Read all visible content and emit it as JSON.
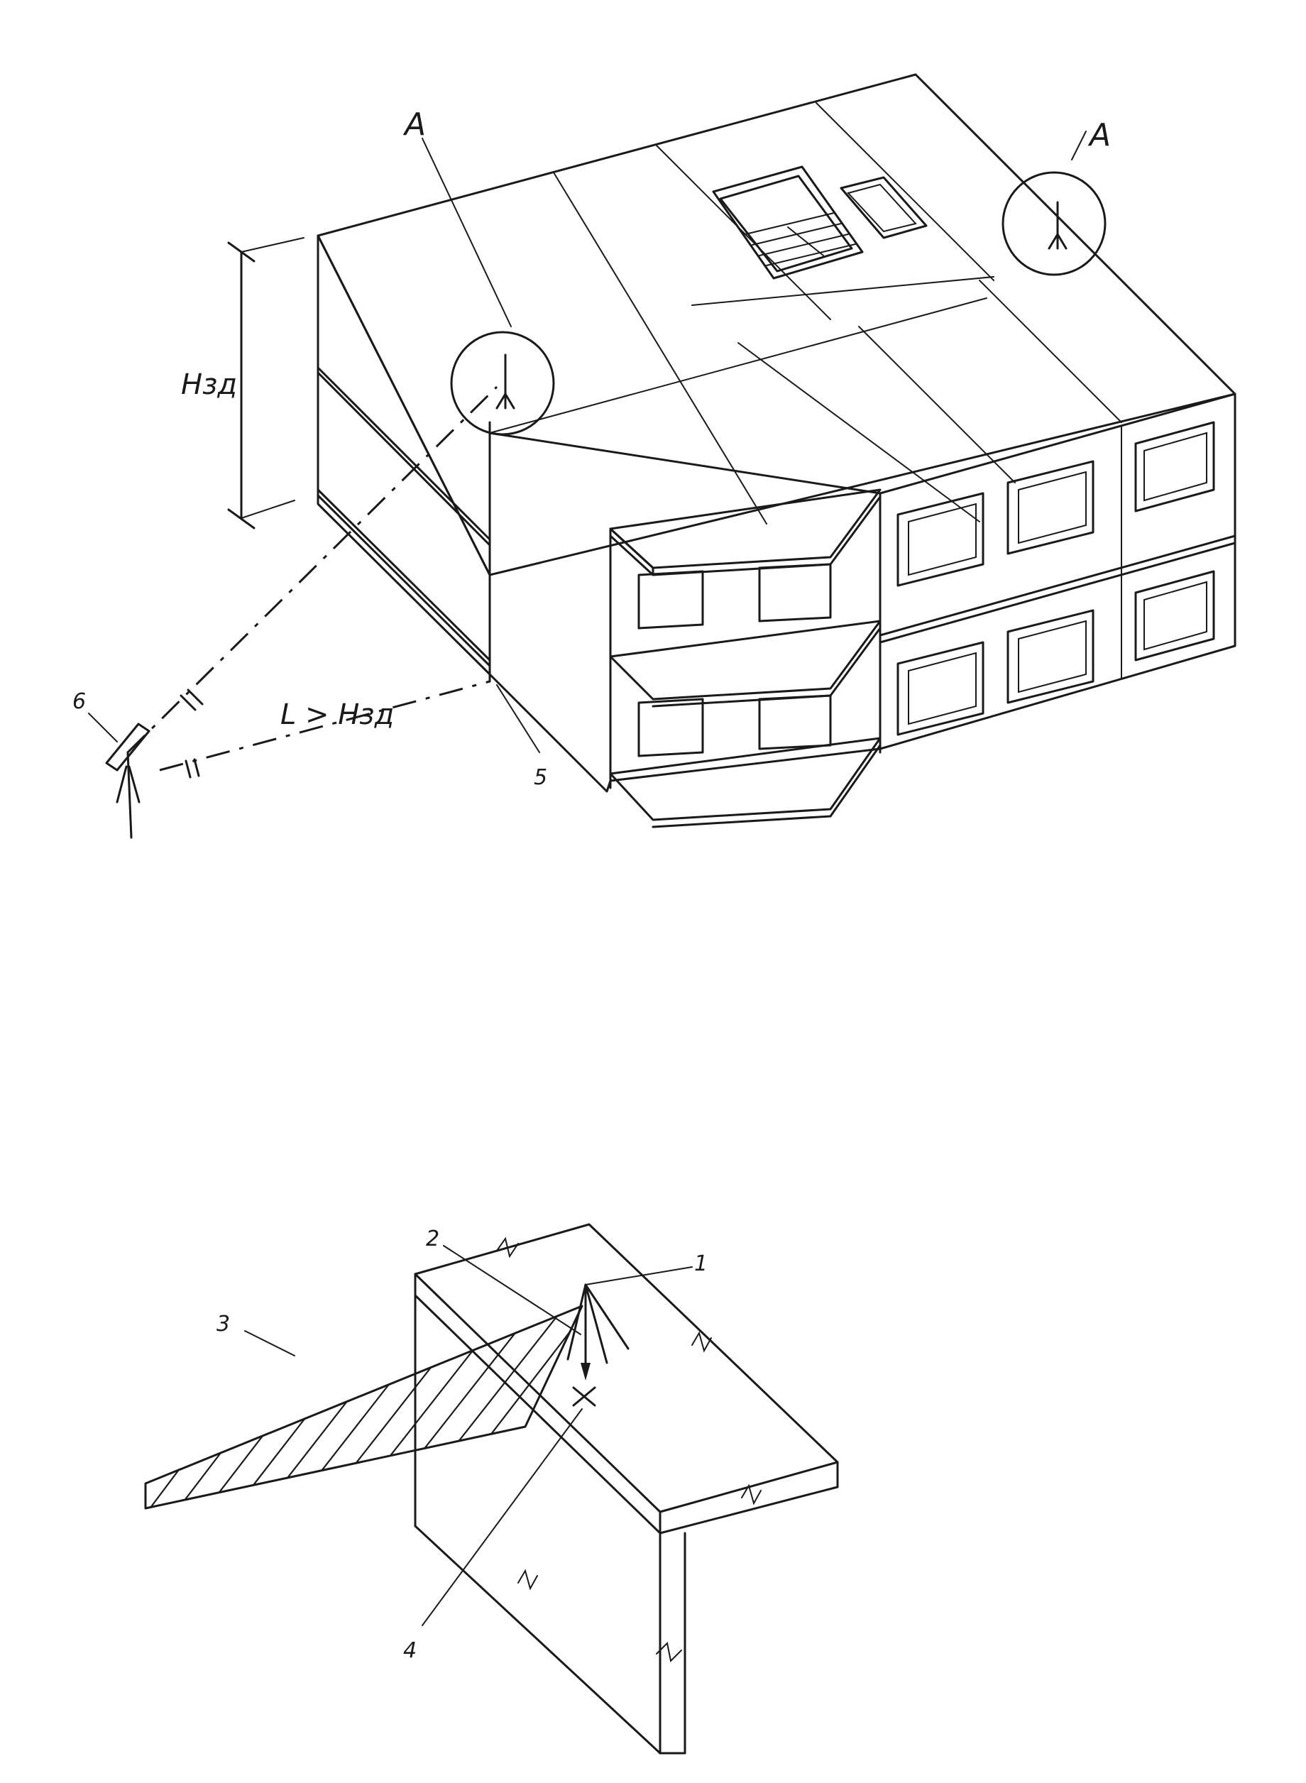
{
  "labels": {
    "detail_marker_left": "A",
    "detail_marker_right": "A",
    "height_dimension": "Нзд",
    "distance_condition": "L > Нзд",
    "callout_1": "1",
    "callout_2": "2",
    "callout_3": "3",
    "callout_4": "4",
    "callout_5": "5",
    "callout_6": "6"
  },
  "colors": {
    "ink": "#1a1a1a",
    "paper": "#ffffff"
  },
  "icons": {
    "lightning_rod": "lightning-rod-icon",
    "measuring_instrument": "theodolite-icon"
  }
}
